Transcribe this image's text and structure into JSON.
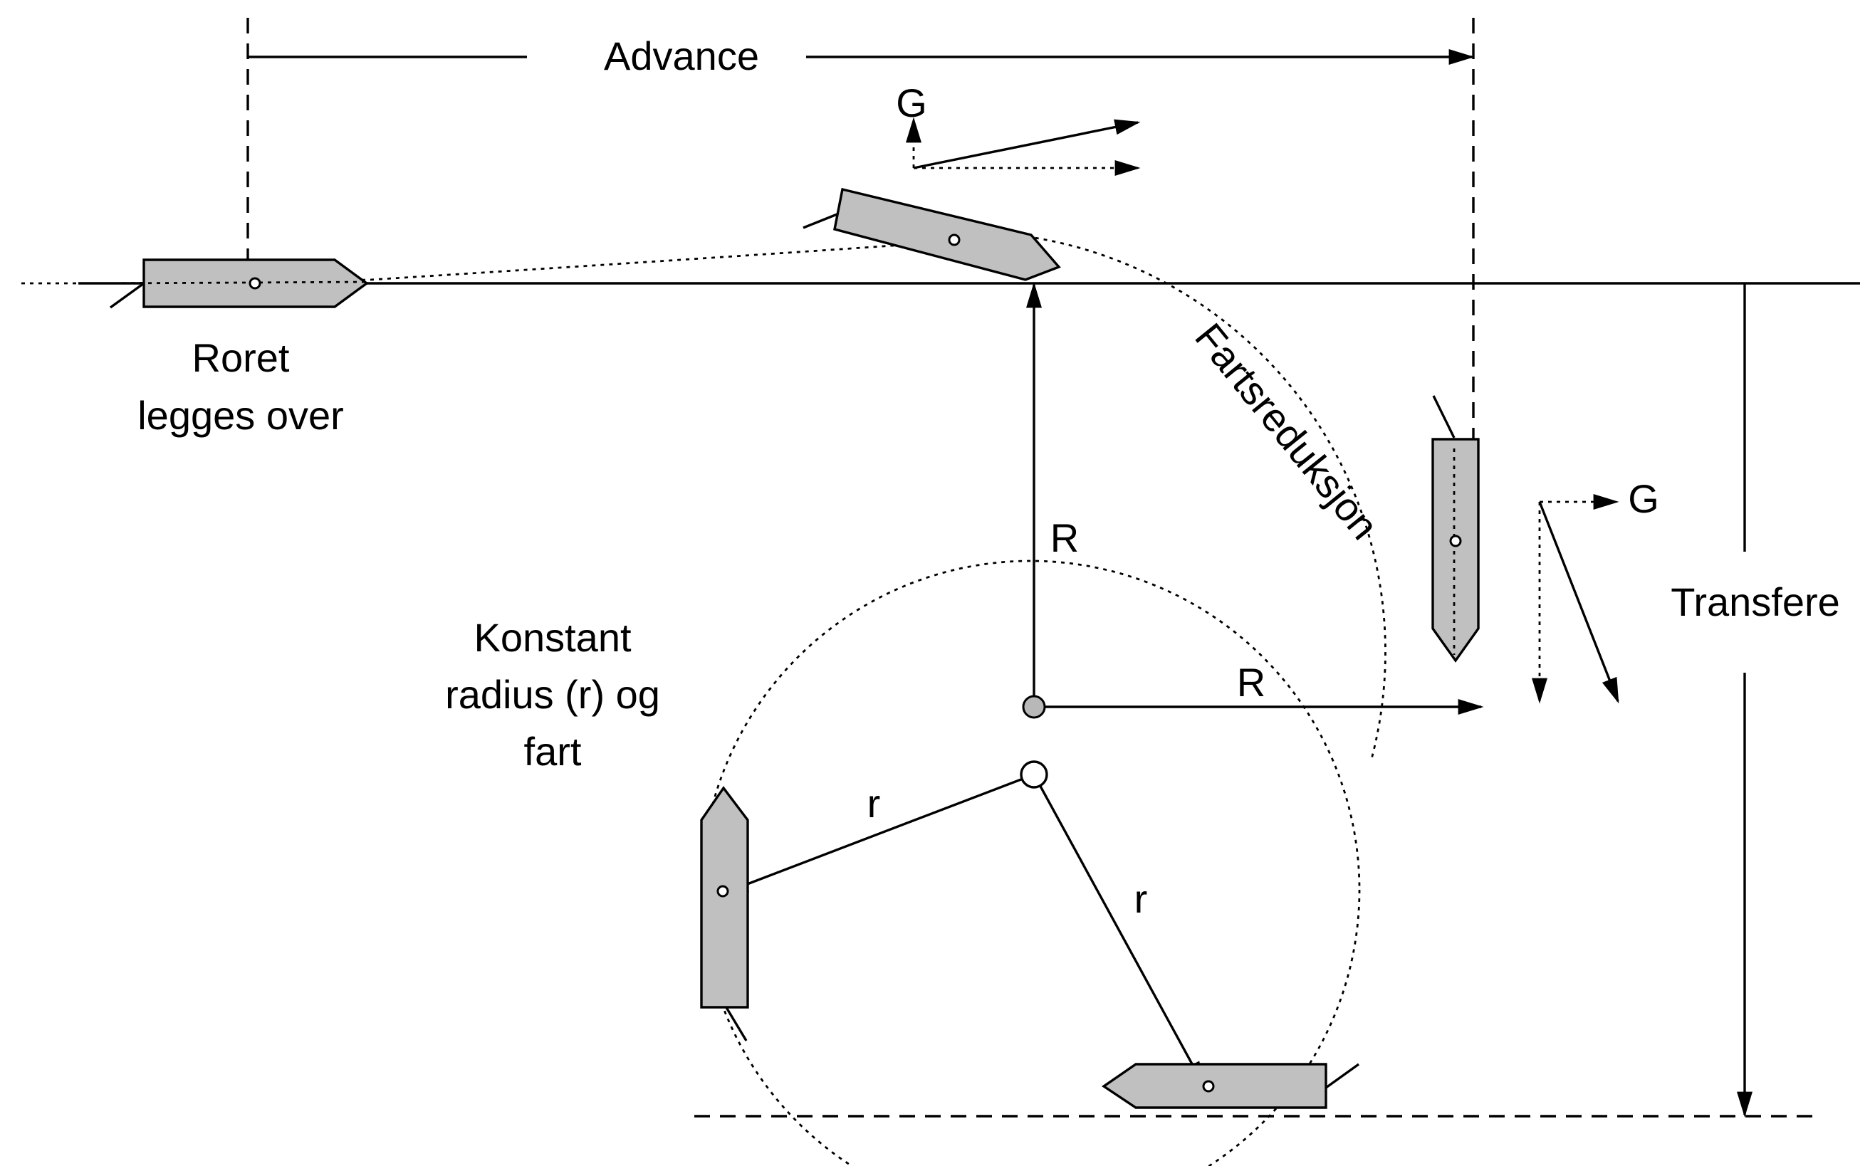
{
  "labels": {
    "advance": "Advance",
    "transfere": "Transfere",
    "roret_line1": "Roret",
    "roret_line2": "legges over",
    "fartsreduksjon": "Fartsreduksjon",
    "konstant_line1": "Konstant",
    "konstant_line2": "radius (r) og",
    "konstant_line3": "fart",
    "radius_big_vertical": "R",
    "radius_big_horizontal": "R",
    "radius_small_left": "r",
    "radius_small_down": "r",
    "g_top": "G",
    "g_right": "G"
  },
  "colors": {
    "hull_fill": "#c0c0c0",
    "line": "#000000",
    "background": "#ffffff"
  }
}
